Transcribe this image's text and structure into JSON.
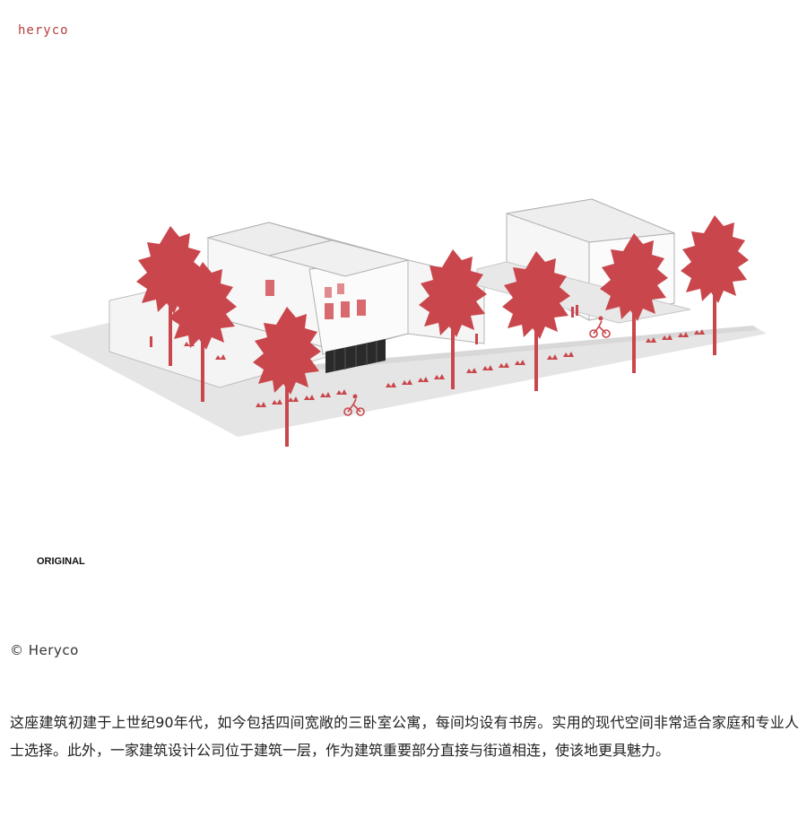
{
  "figure": {
    "logo_text": "heryco",
    "stamp_text": "ORIGINAL",
    "accent_color": "#c9474c",
    "description_icon": "isometric-building-illustration"
  },
  "caption": {
    "text": "© Heryco"
  },
  "article": {
    "paragraph": "这座建筑初建于上世纪90年代，如今包括四间宽敞的三卧室公寓，每间均设有书房。实用的现代空间非常适合家庭和专业人士选择。此外，一家建筑设计公司位于建筑一层，作为建筑重要部分直接与街道相连，使该地更具魅力。"
  }
}
